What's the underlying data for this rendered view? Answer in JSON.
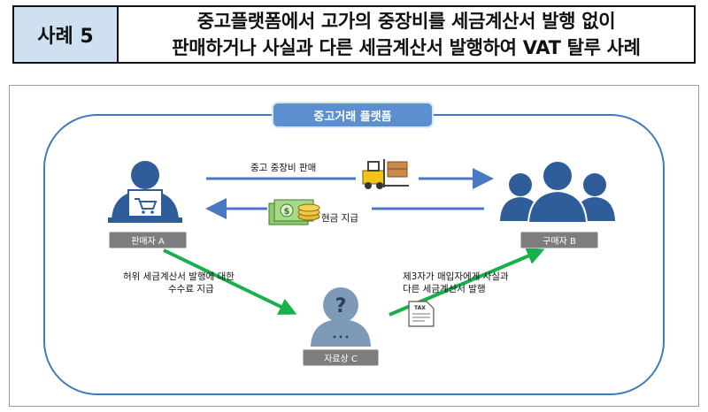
{
  "header": {
    "case_label": "사례 5",
    "title_line1": "중고플랫폼에서 고가의 중장비를 세금계산서 발행 없이",
    "title_line2": "판매하거나 사실과 다른 세금계산서 발행하여 VAT 탈루 사례"
  },
  "diagram": {
    "platform_title": "중고거래 플랫폼",
    "seller_label": "판매자 A",
    "buyer_label": "구매자 B",
    "broker_label": "자료상 C",
    "sale_text": "중고 중장비 판매",
    "cash_text": "현금 지급",
    "fee_line1": "허위 세금계산서 발행에 대한",
    "fee_line2": "수수료 지급",
    "third_line1": "제3자가 매입자에게 사실과",
    "third_line2": "다른 세금계산서 발행",
    "tax_doc_text": "TAX",
    "question_mark": "?",
    "colors": {
      "frame_border": "#2f6db0",
      "blue_arrow": "#4a78c2",
      "green_arrow": "#19b04b",
      "person_fill": "#2f5d9a",
      "broker_fill": "#7e9ab8",
      "tag_fill": "#7d7d7d"
    }
  }
}
